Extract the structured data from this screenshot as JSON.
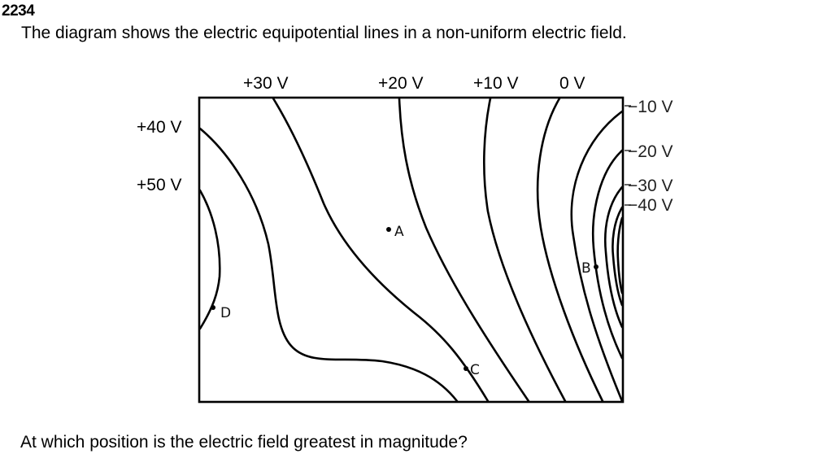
{
  "question": {
    "number": "2234",
    "intro": "The diagram shows the electric equipotential lines in a non-uniform electric field.",
    "prompt": "At which position is the electric field greatest in magnitude?"
  },
  "diagram": {
    "top_labels": [
      "+30 V",
      "+20 V",
      "+10 V",
      "0 V"
    ],
    "left_labels": [
      "+40 V",
      "+50 V"
    ],
    "right_labels": [
      "−10 V",
      "−20 V",
      "−30 V",
      "−40 V"
    ],
    "points": [
      {
        "id": "A",
        "label": "A"
      },
      {
        "id": "B",
        "label": "B"
      },
      {
        "id": "C",
        "label": "C"
      },
      {
        "id": "D",
        "label": "D"
      }
    ],
    "equipotentials_volts": [
      50,
      40,
      30,
      20,
      10,
      0,
      -10,
      -20,
      -30,
      -40
    ]
  }
}
